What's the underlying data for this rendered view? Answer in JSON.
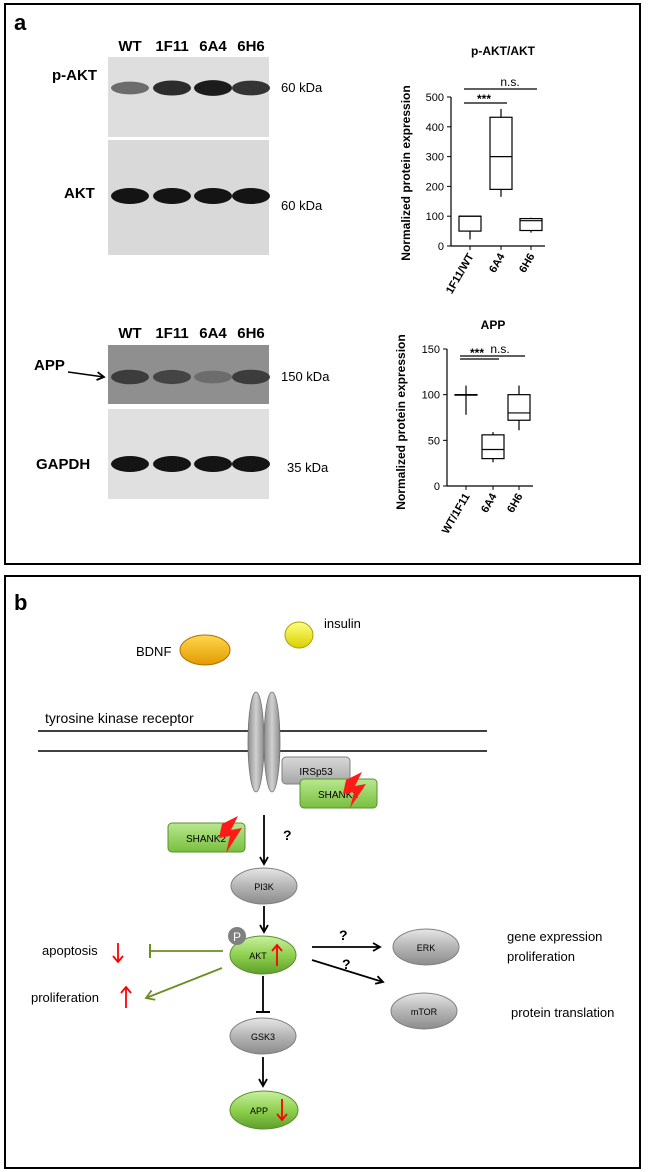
{
  "panel_a": {
    "label": "a",
    "blot1": {
      "lane_labels": [
        "WT",
        "1F11",
        "6A4",
        "6H6"
      ],
      "rows": [
        {
          "name": "p-AKT",
          "kda": "60 kDa",
          "intensity": [
            0.45,
            0.85,
            0.95,
            0.8
          ]
        },
        {
          "name": "AKT",
          "kda": "60 kDa",
          "intensity": [
            1.0,
            1.0,
            1.0,
            1.0
          ]
        }
      ]
    },
    "blot2": {
      "lane_labels": [
        "WT",
        "1F11",
        "6A4",
        "6H6"
      ],
      "rows": [
        {
          "name": "APP",
          "kda": "150 kDa",
          "intensity": [
            0.75,
            0.7,
            0.45,
            0.75
          ]
        },
        {
          "name": "GAPDH",
          "kda": "35 kDa",
          "intensity": [
            1.0,
            1.0,
            1.0,
            1.0
          ]
        }
      ]
    }
  },
  "chart_data": [
    {
      "type": "box",
      "title": "p-AKT/AKT",
      "xlabel": "",
      "ylabel": "Normalized protein expression",
      "ylim": [
        0,
        500
      ],
      "yticks": [
        0,
        100,
        200,
        300,
        400,
        500
      ],
      "categories": [
        "1F11/WT",
        "6A4",
        "6H6"
      ],
      "boxes": [
        {
          "min": 22,
          "q1": 50,
          "median": 100,
          "q3": 100,
          "max": 100
        },
        {
          "min": 165,
          "q1": 190,
          "median": 300,
          "q3": 432,
          "max": 460
        },
        {
          "min": 45,
          "q1": 52,
          "median": 85,
          "q3": 92,
          "max": 95
        }
      ],
      "annotations": [
        {
          "text": "***",
          "from": "1F11/WT",
          "to": "6A4"
        },
        {
          "text": "n.s.",
          "from": "1F11/WT",
          "to": "6H6"
        }
      ]
    },
    {
      "type": "box",
      "title": "APP",
      "xlabel": "",
      "ylabel": "Normalized protein expression",
      "ylim": [
        0,
        150
      ],
      "yticks": [
        0,
        50,
        100,
        150
      ],
      "categories": [
        "WT/1F11",
        "6A4",
        "6H6"
      ],
      "boxes": [
        {
          "min": 78,
          "q1": 100,
          "median": 100,
          "q3": 100,
          "max": 110
        },
        {
          "min": 26,
          "q1": 30,
          "median": 40,
          "q3": 56,
          "max": 59
        },
        {
          "min": 61,
          "q1": 72,
          "median": 80,
          "q3": 100,
          "max": 110
        }
      ],
      "annotations": [
        {
          "text": "***",
          "from": "WT/1F11",
          "to": "6A4"
        },
        {
          "text": "n.s.",
          "from": "WT/1F11",
          "to": "6H6"
        }
      ]
    }
  ],
  "panel_b": {
    "label": "b",
    "ligands": {
      "bdnf": "BDNF",
      "insulin": "insulin"
    },
    "receptor": "tyrosine kinase receptor",
    "nodes": {
      "irsp53": "IRSp53",
      "shank2_upper": "SHANK2",
      "shank2_left": "SHANK2",
      "pi3k": "PI3K",
      "akt": "AKT",
      "p": "P",
      "gsk3": "GSK3",
      "app": "APP",
      "erk": "ERK",
      "mtor": "mTOR"
    },
    "question_marks": [
      "?",
      "?",
      "?"
    ],
    "outcomes": {
      "apoptosis": "apoptosis",
      "proliferation": "proliferation",
      "gene_expression": "gene expression",
      "gene_proliferation": "proliferation",
      "protein_translation": "protein translation"
    },
    "colors": {
      "green": "#8fd14f",
      "gray": "#b5b5b5",
      "red": "#ff0000",
      "olive": "#6b8e23",
      "bdnf": "#f5b800",
      "insulin": "#f2ea1a"
    }
  }
}
